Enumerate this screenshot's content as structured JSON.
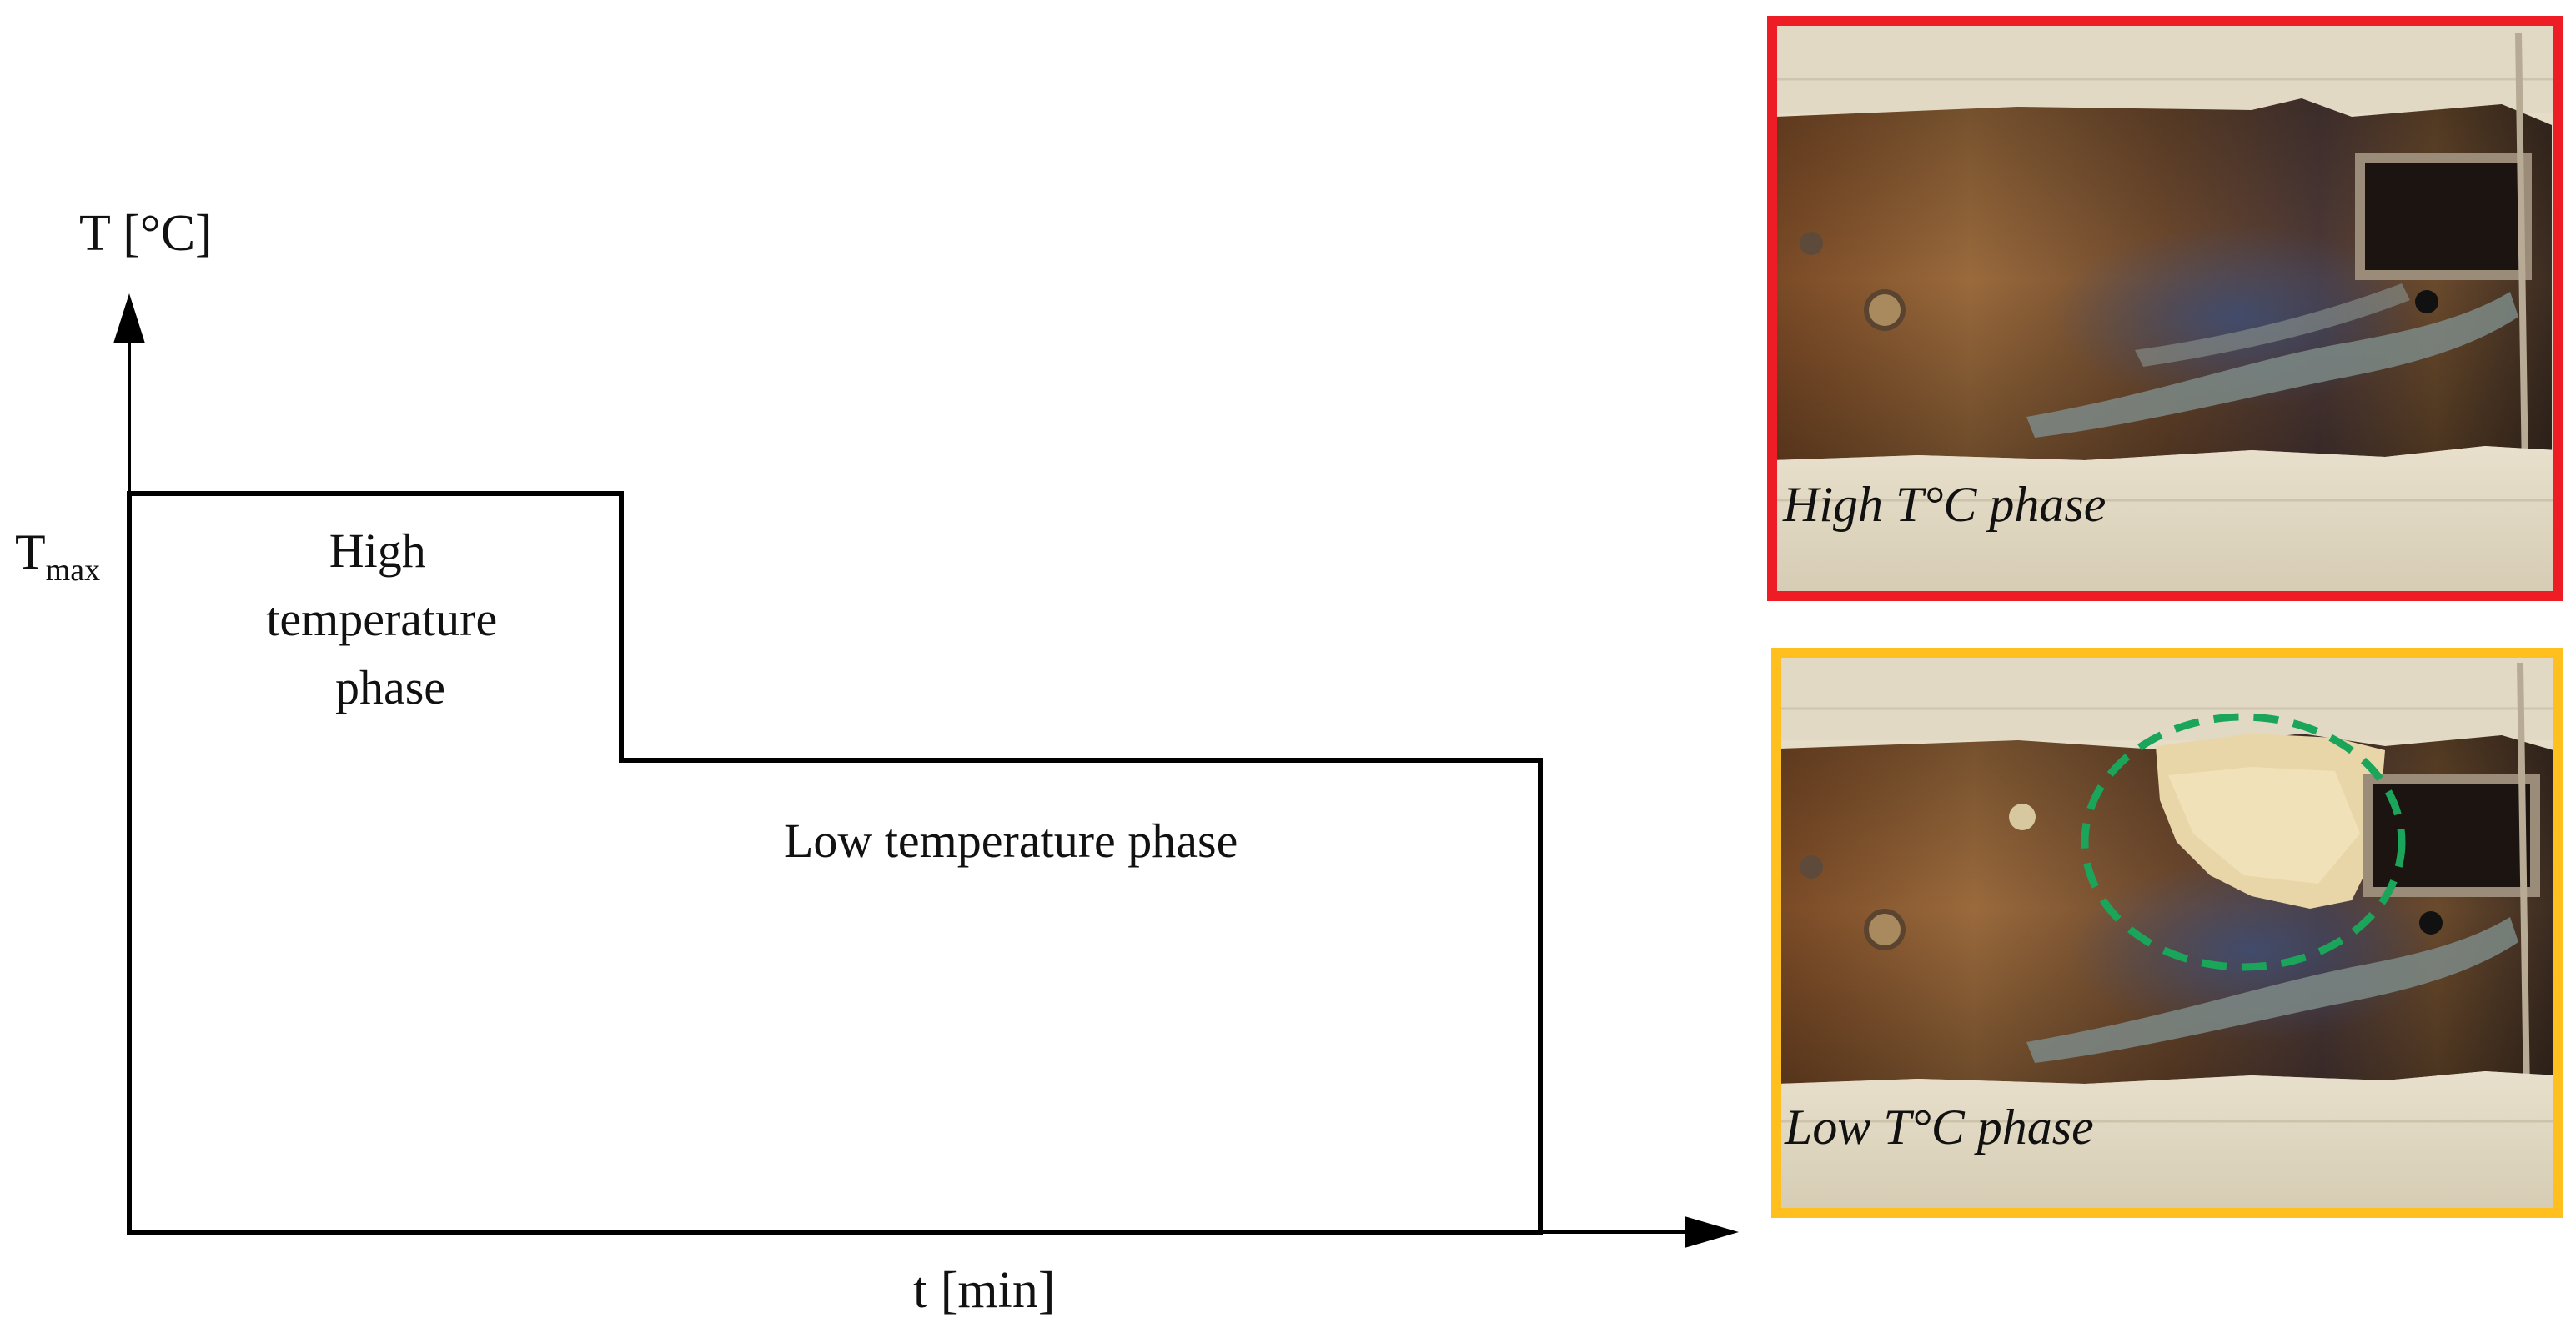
{
  "diagram": {
    "y_axis_label": "T [°C]",
    "x_axis_label": "t [min]",
    "tmax_base": "T",
    "tmax_sub": "max",
    "high_phase_lines": [
      "High",
      "temperature",
      "phase"
    ],
    "low_phase_label": "Low temperature phase",
    "profile": {
      "high_phase_level": "T_max",
      "low_phase_level_fraction_of_tmax": 0.64,
      "high_phase_end_fraction": 0.35,
      "low_phase_end_fraction": 1.0
    }
  },
  "photos": {
    "high": {
      "caption": "High T°C phase",
      "border_color": "#ee1c24"
    },
    "low": {
      "caption": "Low T°C phase",
      "border_color": "#ffbf1f",
      "highlight_color": "#1aa55a"
    }
  },
  "colors": {
    "line": "#000000",
    "text": "#111111",
    "high_border": "#ee1c24",
    "low_border": "#ffbf1f",
    "highlight": "#1aa55a"
  }
}
